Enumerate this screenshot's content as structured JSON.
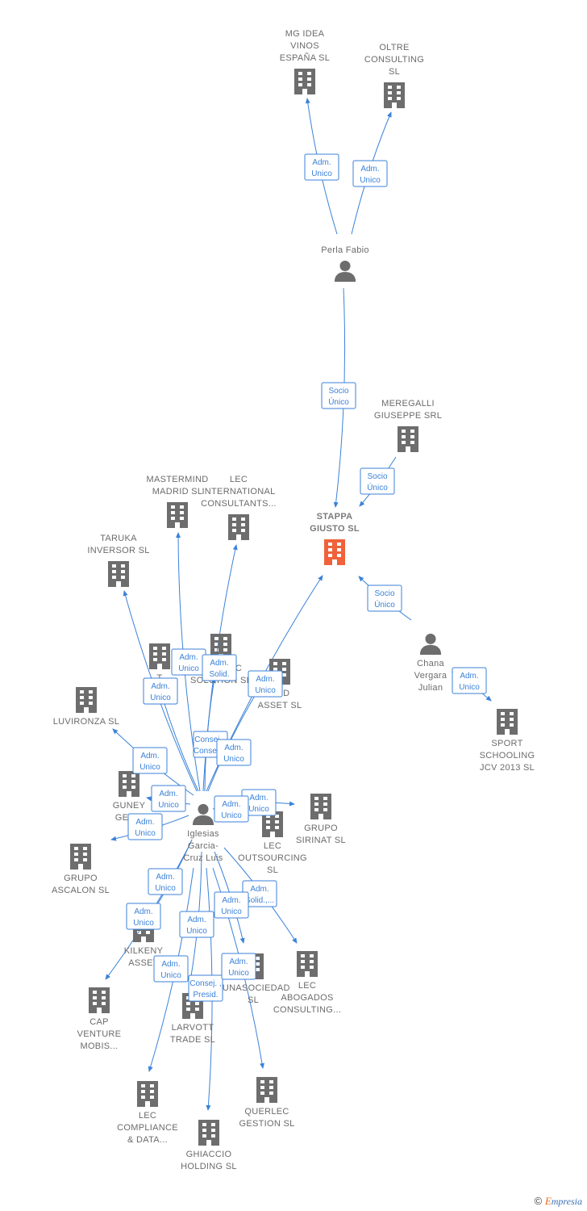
{
  "colors": {
    "edge": "#3b82d9",
    "node": "#6d6d6d",
    "focus": "#f0623a",
    "text": "#6b6b6b"
  },
  "nodes": [
    {
      "id": "mg",
      "type": "company",
      "label": [
        "MG IDEA",
        "VINOS",
        "ESPAÑA SL"
      ]
    },
    {
      "id": "oltre",
      "type": "company",
      "label": [
        "OLTRE",
        "CONSULTING",
        "SL"
      ]
    },
    {
      "id": "perla",
      "type": "person",
      "label": [
        "Perla Fabio"
      ]
    },
    {
      "id": "meregalli",
      "type": "company",
      "label": [
        "MEREGALLI",
        "GIUSEPPE SRL"
      ]
    },
    {
      "id": "stappa",
      "type": "company",
      "focus": true,
      "label": [
        "STAPPA",
        "GIUSTO  SL"
      ]
    },
    {
      "id": "mastermind",
      "type": "company",
      "label": [
        "MASTERMIND",
        "MADRID  SL"
      ]
    },
    {
      "id": "lecint",
      "type": "company",
      "label": [
        "LEC",
        "INTERNATIONAL",
        "CONSULTANTS..."
      ]
    },
    {
      "id": "taruka",
      "type": "company",
      "label": [
        "TARUKA",
        "INVERSOR  SL"
      ]
    },
    {
      "id": "xt",
      "type": "company",
      "label": [
        "T",
        "L"
      ]
    },
    {
      "id": "robotic",
      "type": "company",
      "label": [
        "ROBOTIC",
        "SOLUTION  SL"
      ]
    },
    {
      "id": "asset1",
      "type": "company",
      "label": [
        "UND",
        "ASSET  SL"
      ]
    },
    {
      "id": "chana",
      "type": "person",
      "label": [
        "Chana",
        "Vergara",
        "Julian"
      ]
    },
    {
      "id": "sport",
      "type": "company",
      "label": [
        "SPORT",
        "SCHOOLING",
        "JCV 2013  SL"
      ]
    },
    {
      "id": "luvironza",
      "type": "company",
      "label": [
        "LUVIRONZA  SL"
      ]
    },
    {
      "id": "guney",
      "type": "company",
      "label": [
        "GUNEY",
        "GESTI"
      ]
    },
    {
      "id": "iglesias",
      "type": "person",
      "label": [
        "Iglesias",
        "Garcia-",
        "Cruz Luis"
      ]
    },
    {
      "id": "lecout",
      "type": "company",
      "label": [
        "LEC",
        "OUTSOURCING",
        "SL"
      ]
    },
    {
      "id": "sirinat",
      "type": "company",
      "label": [
        "GRUPO",
        "SIRINAT  SL"
      ]
    },
    {
      "id": "ascalon",
      "type": "company",
      "label": [
        "GRUPO",
        "ASCALON  SL"
      ]
    },
    {
      "id": "kilkeny",
      "type": "company",
      "label": [
        "KILKENY",
        "ASSET"
      ]
    },
    {
      "id": "cap",
      "type": "company",
      "label": [
        "CAP",
        "VENTURE",
        "MOBIS..."
      ]
    },
    {
      "id": "aunasoc",
      "type": "company",
      "label": [
        "AUNASOCIEDAD",
        "SL"
      ]
    },
    {
      "id": "lecabog",
      "type": "company",
      "label": [
        "LEC",
        "ABOGADOS",
        "CONSULTING..."
      ]
    },
    {
      "id": "larvott",
      "type": "company",
      "label": [
        "LARVOTT",
        "TRADE  SL"
      ]
    },
    {
      "id": "leccomp",
      "type": "company",
      "label": [
        "LEC",
        "COMPLIANCE",
        "& DATA..."
      ]
    },
    {
      "id": "ghiaccio",
      "type": "company",
      "label": [
        "GHIACCIO",
        "HOLDING  SL"
      ]
    },
    {
      "id": "querlec",
      "type": "company",
      "label": [
        "QUERLEC",
        "GESTION  SL"
      ]
    }
  ],
  "edges": [
    {
      "from": "perla",
      "to": "mg",
      "label": [
        "Adm.",
        "Unico"
      ]
    },
    {
      "from": "perla",
      "to": "oltre",
      "label": [
        "Adm.",
        "Unico"
      ]
    },
    {
      "from": "perla",
      "to": "stappa",
      "label": [
        "Socio",
        "Único"
      ]
    },
    {
      "from": "meregalli",
      "to": "stappa",
      "label": [
        "Socio",
        "Único"
      ]
    },
    {
      "from": "chana",
      "to": "stappa",
      "label": [
        "Socio",
        "Único"
      ]
    },
    {
      "from": "chana",
      "to": "sport",
      "label": [
        "Adm.",
        "Unico"
      ]
    },
    {
      "from": "iglesias",
      "to": "stappa",
      "label": [
        "Adm.",
        "Unico"
      ]
    },
    {
      "from": "iglesias",
      "to": "mastermind",
      "label": [
        "Adm.",
        "Unico"
      ]
    },
    {
      "from": "iglesias",
      "to": "lecint",
      "label": [
        "Adm.",
        "Solid."
      ]
    },
    {
      "from": "iglesias",
      "to": "taruka",
      "label": [
        "Adm.",
        "Unico"
      ]
    },
    {
      "from": "iglesias",
      "to": "robotic",
      "label": [
        "Consej. ,",
        "Consej...."
      ]
    },
    {
      "from": "iglesias",
      "to": "asset1",
      "label": [
        "Adm.",
        "Unico"
      ]
    },
    {
      "from": "iglesias",
      "to": "xt",
      "label": [
        "Adm.",
        "Unico"
      ]
    },
    {
      "from": "iglesias",
      "to": "luvironza",
      "label": [
        "Adm.",
        "Unico"
      ]
    },
    {
      "from": "iglesias",
      "to": "guney",
      "label": [
        "Adm.",
        "Unico"
      ]
    },
    {
      "from": "iglesias",
      "to": "sirinat",
      "label": [
        "Adm.",
        "Unico"
      ]
    },
    {
      "from": "iglesias",
      "to": "lecout",
      "label": [
        "Adm.",
        "Unico"
      ]
    },
    {
      "from": "iglesias",
      "to": "ascalon",
      "label": [
        "Adm.",
        "Unico"
      ]
    },
    {
      "from": "iglesias",
      "to": "kilkeny",
      "label": [
        "Adm.",
        "Unico"
      ]
    },
    {
      "from": "iglesias",
      "to": "cap",
      "label": [
        "Adm.",
        "Unico"
      ]
    },
    {
      "from": "iglesias",
      "to": "lecabog",
      "label": [
        "Adm.",
        "Solid.,..."
      ]
    },
    {
      "from": "iglesias",
      "to": "aunasoc",
      "label": [
        "Adm.",
        "Unico"
      ]
    },
    {
      "from": "iglesias",
      "to": "larvott",
      "label": [
        "Adm.",
        "Unico"
      ]
    },
    {
      "from": "iglesias",
      "to": "leccomp",
      "label": [
        "Adm.",
        "Unico"
      ]
    },
    {
      "from": "iglesias",
      "to": "ghiaccio",
      "label": [
        "Consej. ,",
        "Presid."
      ]
    },
    {
      "from": "iglesias",
      "to": "querlec",
      "label": [
        "Adm.",
        "Unico"
      ]
    }
  ],
  "copyright": {
    "symbol": "©",
    "brand_initial": "E",
    "brand_rest": "mpresia"
  }
}
